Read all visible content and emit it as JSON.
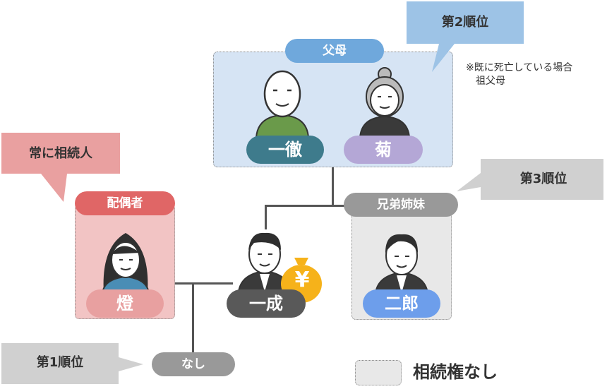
{
  "callouts": {
    "rank2": "第2順位",
    "rank3": "第3順位",
    "always_heir": "常に相続人",
    "rank1": "第1順位"
  },
  "note": {
    "line1": "※既に死亡している場合",
    "line2": "祖父母"
  },
  "groups": {
    "parents": "父母",
    "spouse": "配偶者",
    "siblings": "兄弟姉妹"
  },
  "persons": {
    "father": "一徹",
    "mother": "菊",
    "spouse": "燈",
    "deceased": "一成",
    "brother": "二郎",
    "children": "なし"
  },
  "money_symbol": "¥",
  "legend": {
    "label": "相続権なし"
  },
  "colors": {
    "parents_bg": "#d6e4f4",
    "spouse_bg": "#f2c4c4",
    "siblings_bg": "#e8e8e8",
    "rank2_callout": "#9dc3e6",
    "callout_gray": "#d0d0d0",
    "always_callout": "#e9a0a0",
    "father_name": "#3e7b8c",
    "mother_name": "#b4a7d6",
    "spouse_name": "#e8a0a0",
    "deceased_name": "#595959",
    "brother_name": "#6d9eeb",
    "parents_label": "#6fa8dc",
    "spouse_label": "#e06666",
    "siblings_label": "#999999",
    "children_label": "#999999",
    "money_bag": "#f6b21a"
  }
}
